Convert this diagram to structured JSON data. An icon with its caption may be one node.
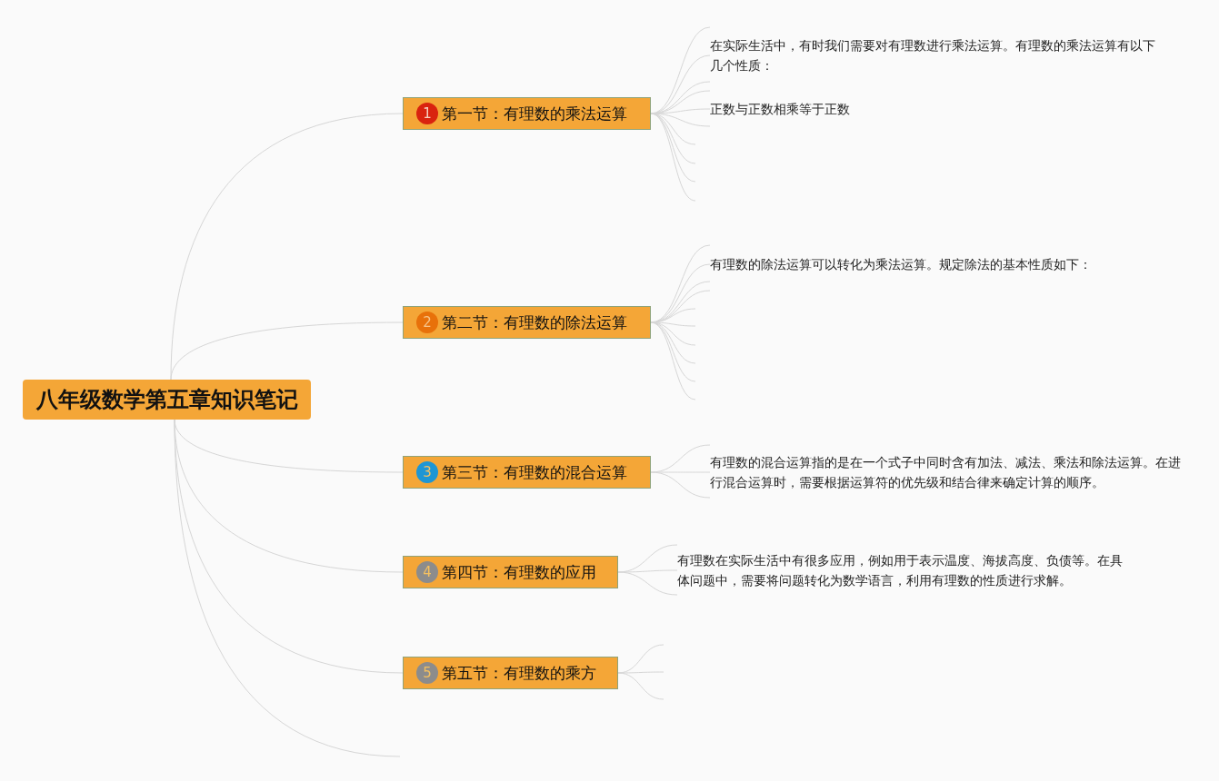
{
  "diagram": {
    "nodes": [
      {
        "text": [
          "八年级数学第五章知识笔记"
        ]
      },
      {
        "text": [
          "1",
          "第一节：有理数的乘法运算"
        ]
      },
      {
        "text": [
          "2",
          "第二节：有理数的除法运算"
        ]
      },
      {
        "text": [
          "3",
          "第三节：有理数的混合运算"
        ]
      },
      {
        "text": [
          "4",
          "第四节：有理数的应用"
        ]
      },
      {
        "text": [
          "5",
          "第五节：有理数的乘方"
        ]
      },
      {
        "text": [
          "在实际生活中，有时我们需要对有理数进行乘法运算。有理数的乘法运算有以下几个性质："
        ]
      },
      {
        "text": [
          "正数与正数相乘等于正数"
        ]
      },
      {
        "text": [
          "有理数的除法运算可以转化为乘法运算。规定除法的基本性质如下："
        ]
      },
      {
        "text": [
          "有理数的混合运算指的是在一个式子中同时含有加法、减法、乘法和除法运算。在进行混合运算时，需要根据运算符的优先级和结合律来确定计算的顺序。"
        ]
      },
      {
        "text": [
          "有理数在实际生活中有很多应用，例如用于表示温度、海拔高度、负债等。在具体问题中，需要将问题转化为数学语言，利用有理数的性质进行求解。"
        ]
      }
    ],
    "edges": [
      {
        "from": 0,
        "to": 1,
        "arrow": "none"
      },
      {
        "from": 0,
        "to": 2,
        "arrow": "none"
      },
      {
        "from": 0,
        "to": 3,
        "arrow": "none"
      },
      {
        "from": 0,
        "to": 4,
        "arrow": "none"
      },
      {
        "from": 0,
        "to": 5,
        "arrow": "none"
      },
      {
        "from": 0,
        "to": null,
        "arrow": "none"
      },
      {
        "from": 1,
        "to": 6,
        "arrow": "none"
      },
      {
        "from": 1,
        "to": 6,
        "arrow": "none"
      },
      {
        "from": 1,
        "to": 6,
        "arrow": "none"
      },
      {
        "from": 1,
        "to": 7,
        "arrow": "none"
      },
      {
        "from": 1,
        "to": 7,
        "arrow": "none"
      },
      {
        "from": 1,
        "to": 7,
        "arrow": "none"
      },
      {
        "from": 1,
        "to": null,
        "arrow": "none"
      },
      {
        "from": 1,
        "to": null,
        "arrow": "none"
      },
      {
        "from": 1,
        "to": null,
        "arrow": "none"
      },
      {
        "from": 1,
        "to": null,
        "arrow": "none"
      },
      {
        "from": 2,
        "to": 8,
        "arrow": "none"
      },
      {
        "from": 2,
        "to": 8,
        "arrow": "none"
      },
      {
        "from": 2,
        "to": 8,
        "arrow": "none"
      },
      {
        "from": 2,
        "to": 8,
        "arrow": "none"
      },
      {
        "from": 2,
        "to": null,
        "arrow": "none"
      },
      {
        "from": 2,
        "to": null,
        "arrow": "none"
      },
      {
        "from": 2,
        "to": null,
        "arrow": "none"
      },
      {
        "from": 2,
        "to": null,
        "arrow": "none"
      },
      {
        "from": 2,
        "to": null,
        "arrow": "none"
      },
      {
        "from": 2,
        "to": null,
        "arrow": "none"
      },
      {
        "from": 3,
        "to": 9,
        "arrow": "none"
      },
      {
        "from": 3,
        "to": 9,
        "arrow": "none"
      },
      {
        "from": 3,
        "to": 9,
        "arrow": "none"
      },
      {
        "from": 4,
        "to": 10,
        "arrow": "none"
      },
      {
        "from": 4,
        "to": 10,
        "arrow": "none"
      },
      {
        "from": 4,
        "to": 10,
        "arrow": "none"
      },
      {
        "from": 5,
        "to": null,
        "arrow": "none"
      },
      {
        "from": 5,
        "to": null,
        "arrow": "none"
      },
      {
        "from": 5,
        "to": null,
        "arrow": "none"
      }
    ]
  }
}
